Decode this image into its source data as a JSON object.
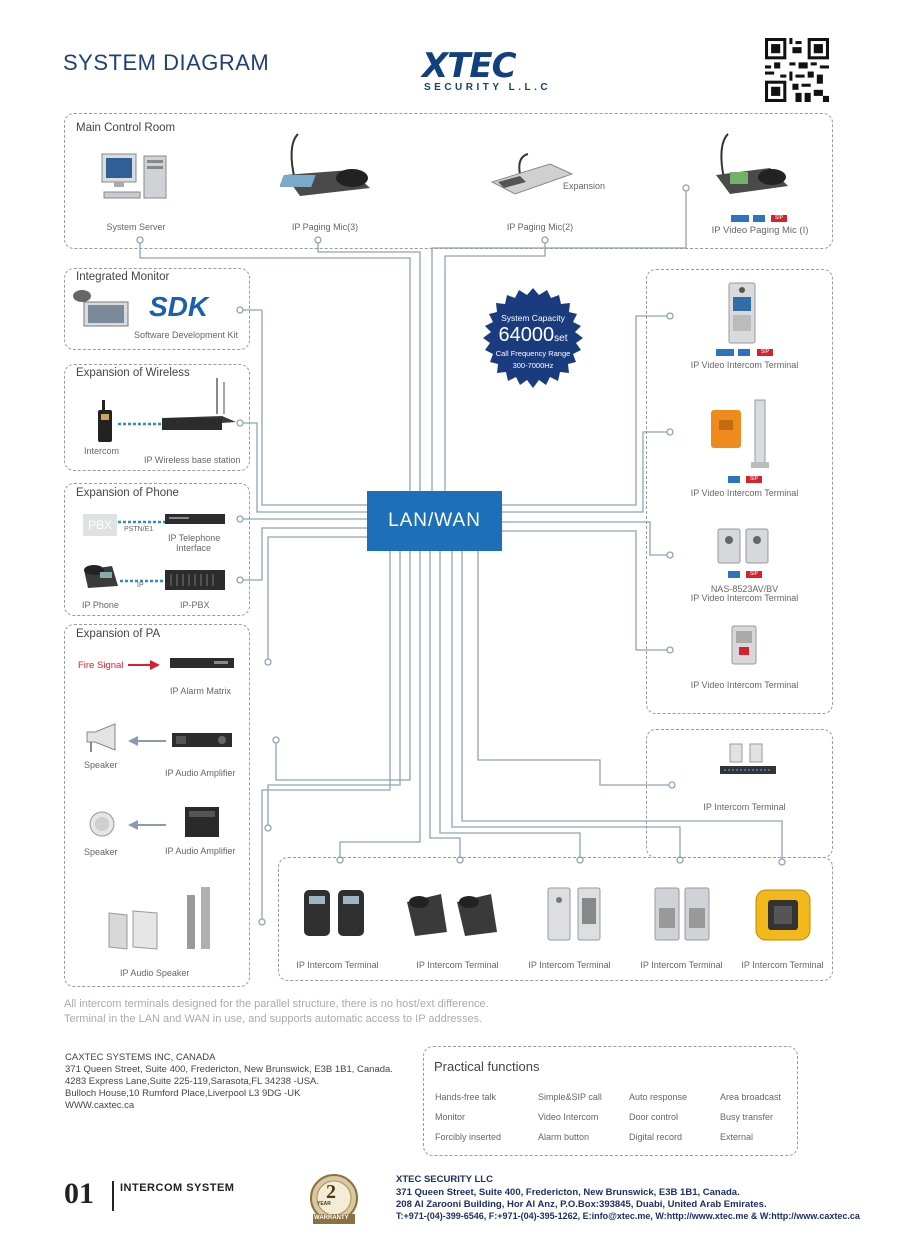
{
  "title": "SYSTEM DIAGRAM",
  "logo": {
    "brand": "XTEC",
    "subtitle": "SECURITY L.L.C"
  },
  "qr_icon": "qr-code-icon",
  "center": {
    "label": "LAN/WAN"
  },
  "capacity": {
    "line1": "System Capacity",
    "value": "64000",
    "unit": "set",
    "line3": "Call Frequency Range",
    "line4": "300-7000Hz"
  },
  "groups": {
    "main_control_room": {
      "title": "Main Control Room",
      "items": [
        "System Server",
        "IP Paging Mic(3)",
        "IP Paging Mic(2)",
        "IP Video Paging Mic (I)"
      ],
      "expansion": "Expansion"
    },
    "integrated_monitor": {
      "title": "Integrated Monitor",
      "sdk": "SDK",
      "sdk_caption": "Software Development Kit"
    },
    "wireless": {
      "title": "Expansion of Wireless",
      "items": [
        "Intercom",
        "IP Wireless base station"
      ]
    },
    "phone": {
      "title": "Expansion of Phone",
      "pbx": "PBX",
      "pstn": "PSTN/E1",
      "ip_tel": "IP Telephone",
      "ip_tel2": "Interface",
      "ip_link": "IP",
      "ip_phone": "IP Phone",
      "ip_pbx": "IP-PBX"
    },
    "pa": {
      "title": "Expansion of PA",
      "fire": "Fire Signal",
      "alarm": "IP Alarm Matrix",
      "speaker": "Speaker",
      "amp": "IP Audio Amplifier",
      "audio_speaker": "IP Audio Speaker"
    },
    "right_video": {
      "items": [
        "IP Video Intercom Terminal",
        "IP Video Intercom Terminal",
        "NAS-8523AV/BV",
        "IP Video Intercom Terminal",
        "IP Video Intercom Terminal"
      ],
      "sip": "SIP"
    },
    "right_intercom": {
      "item": "IP Intercom Terminal"
    },
    "bottom": {
      "items": [
        "IP Intercom Terminal",
        "IP Intercom Terminal",
        "IP Intercom Terminal",
        "IP Intercom Terminal",
        "IP Intercom Terminal"
      ]
    }
  },
  "notes": [
    "All intercom terminals designed for the parallel structure, there is no host/ext difference.",
    "Terminal in the LAN and WAN in use, and supports automatic access to IP addresses."
  ],
  "address": [
    "CAXTEC SYSTEMS INC, CANADA",
    "371 Queen Street, Suite 400, Fredericton, New Brunswick, E3B 1B1, Canada.",
    "4283 Express Lane,Suite 225-119,Sarasota,FL 34238 -USA.",
    "Bulloch House,10 Rumford Place,Liverpool L3 9DG -UK",
    "WWW.caxtec.ca"
  ],
  "functions": {
    "title": "Practical functions",
    "items": [
      "Hands-free talk",
      "Simple&SIP call",
      "Auto response",
      "Area broadcast",
      "Monitor",
      "Video Intercom",
      "Door control",
      "Busy transfer",
      "Forcibly inserted",
      "Alarm button",
      "Digital record",
      "External"
    ]
  },
  "footer": {
    "page": "01",
    "section": "INTERCOM SYSTEM",
    "warranty_year": "2",
    "warranty_top": "YEAR",
    "warranty_label": "WARRANTY",
    "company": "XTEC SECURITY LLC",
    "line1": "371 Queen Street, Suite 400, Fredericton, New Brunswick, E3B 1B1, Canada.",
    "line2": "208 Al Zarooni Building, Hor Al Anz, P.O.Box:393845, Duabi, United Arab Emirates.",
    "line3": "T:+971-(04)-399-6546, F:+971-(04)-395-1262, E:info@xtec.me, W:http://www.xtec.me & W:http://www.caxtec.ca"
  },
  "colors": {
    "brand": "#1f3f7a",
    "lan": "#1d6fb8",
    "badge": "#1a3b7e",
    "line": "#8ea3b8",
    "sip": "#d8212f"
  }
}
